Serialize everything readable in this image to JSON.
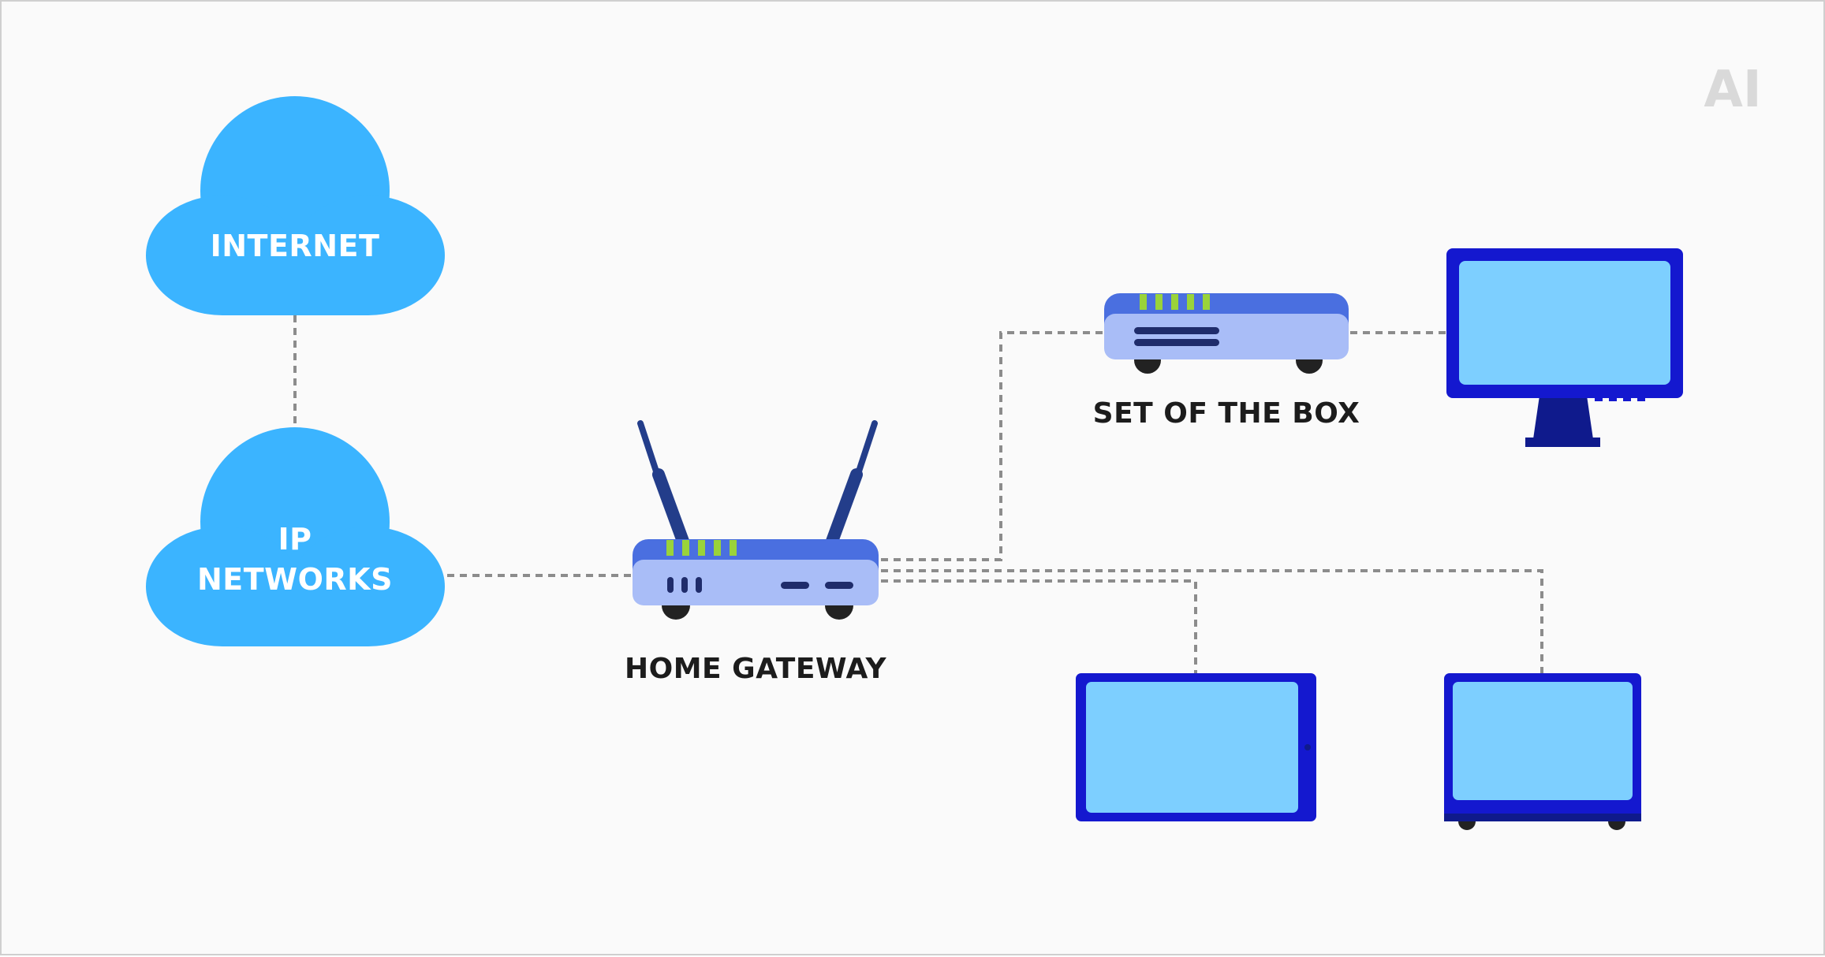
{
  "logo": {
    "text": "AI"
  },
  "nodes": {
    "internet": {
      "label": "INTERNET"
    },
    "ip_networks": {
      "label_line1": "IP",
      "label_line2": "NETWORKS"
    },
    "home_gateway": {
      "label": "HOME GATEWAY"
    },
    "set_top_box": {
      "label": "SET OF THE BOX"
    }
  },
  "colors": {
    "cloud": "#3bb4ff",
    "device_dark": "#4a6fe0",
    "device_light": "#a9bdf7",
    "led": "#9ad33a",
    "screen_frame": "#1418cf",
    "screen": "#7dcfff",
    "wire": "#8c8c8c"
  }
}
